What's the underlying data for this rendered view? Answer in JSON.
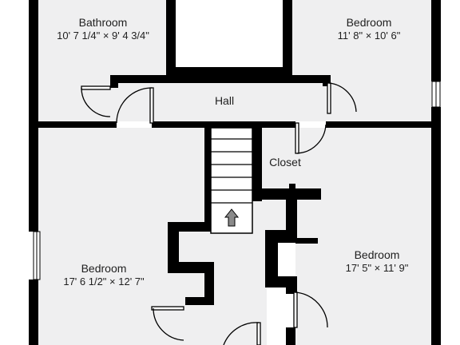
{
  "rooms": {
    "bathroom": {
      "name": "Bathroom",
      "dimensions": "10' 7 1/4\" × 9' 4 3/4\""
    },
    "bedroom_top_right": {
      "name": "Bedroom",
      "dimensions": "11' 8\" × 10' 6\""
    },
    "hall": {
      "name": "Hall"
    },
    "closet": {
      "name": "Closet"
    },
    "bedroom_left": {
      "name": "Bedroom",
      "dimensions": "17' 6 1/2\" × 12' 7\""
    },
    "bedroom_right": {
      "name": "Bedroom",
      "dimensions": "17' 5\" × 11' 9\""
    }
  },
  "stairs": {
    "direction": "up",
    "arrow_icon": "up-arrow-icon",
    "arrow_color": "#8a8a8a"
  },
  "colors": {
    "floor": "#efeff0",
    "wall": "#000000",
    "background": "#ffffff"
  }
}
